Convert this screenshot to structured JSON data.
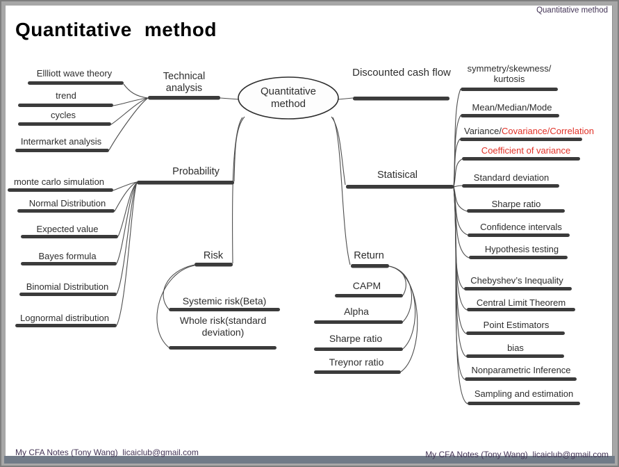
{
  "header": {
    "title": "Quantitative method",
    "corner_label": "Quantitative method"
  },
  "footer": {
    "left": "My CFA Notes (Tony Wang)  licaiclub@gmail.com",
    "right": "My CFA Notes (Tony Wang)  licaiclub@gmail.com"
  },
  "colors": {
    "highlight_red": "#e03127",
    "bar": "#3b3b3b",
    "connector": "#4d4d4d",
    "footer_text": "#443556"
  },
  "map": {
    "root": "Quantitative method",
    "technical": {
      "label": "Technical analysis",
      "children": [
        "Ellliott wave theory",
        "trend",
        "cycles",
        "Intermarket analysis"
      ]
    },
    "dcf": {
      "label": "Discounted cash flow"
    },
    "probability": {
      "label": "Probability",
      "children": [
        "monte carlo simulation",
        "Normal Distribution",
        "Expected value",
        "Bayes formula",
        "Binomial Distribution",
        "Lognormal distribution"
      ]
    },
    "risk": {
      "label": "Risk",
      "children": [
        "Systemic risk(Beta)",
        "Whole risk(standard deviation)"
      ]
    },
    "return": {
      "label": "Return",
      "children": [
        "CAPM",
        "Alpha",
        "Sharpe ratio",
        "Treynor ratio"
      ]
    },
    "statistical": {
      "label": "Statisical",
      "variance_prefix": "Variance/",
      "variance_suffix": "Covariance/Correlation",
      "children": [
        "symmetry/skewness/\nkurtosis",
        "Mean/Median/Mode",
        "Coefficient of variance",
        "Standard deviation",
        "Sharpe ratio",
        "Confidence intervals",
        "Hypothesis testing",
        "Chebyshev’s Inequality",
        "Central Limit Theorem",
        "Point Estimators",
        "bias",
        "Nonparametric Inference",
        "Sampling and estimation"
      ]
    }
  }
}
